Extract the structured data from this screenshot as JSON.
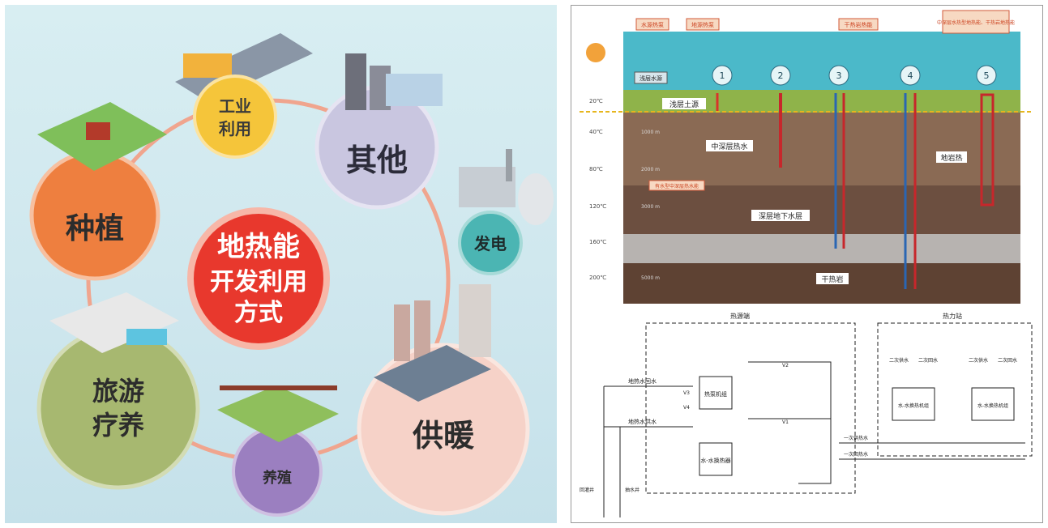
{
  "left": {
    "center": {
      "line1": "地热能",
      "line2": "开发利用",
      "line3": "方式"
    },
    "uses": {
      "industry_line1": "工业",
      "industry_line2": "利用",
      "other": "其他",
      "planting": "种植",
      "power": "发电",
      "tourism_line1": "旅游",
      "tourism_line2": "疗养",
      "breeding": "养殖",
      "heating": "供暖"
    },
    "colors": {
      "center": "#e8382d",
      "industry": "#f5c53a",
      "other": "#c9c6e0",
      "planting": "#ee7f3f",
      "power": "#4bb5b3",
      "tourism": "#a7b870",
      "breeding": "#9b7fc0",
      "heating": "#f6d2c8",
      "ring": "#f0a58e"
    }
  },
  "right": {
    "top_labels": {
      "a": "水源热泵",
      "b": "地源热泵",
      "c": "干热岩热能",
      "d": "中深层水热型地热能、干热岩地热能"
    },
    "stations": [
      "1",
      "2",
      "3",
      "4",
      "5"
    ],
    "shallow_tag": "浅层水源",
    "layers": {
      "shallow": "浅层土源",
      "mid_water": "中深层热水",
      "deep_aquifer": "深层地下水层",
      "dry_rock_heat": "地岩热",
      "dry_rock": "干热岩",
      "note": "有水型中深层热水能"
    },
    "temperatures": [
      "20℃",
      "40℃",
      "80℃",
      "120℃",
      "160℃",
      "200℃"
    ],
    "depths": [
      "1000 m",
      "2000 m",
      "3000 m",
      "5000 m"
    ],
    "schematic": {
      "heat_source": "热源端",
      "heat_sink": "热力站",
      "return_label": "地热水回水",
      "supply_label": "地热水供水",
      "unit_a": "热泵机组",
      "unit_b": "水-水换热器",
      "unit_c1": "水-水换热机组",
      "unit_c2": "水-水换热机组",
      "primary_supply": "一次供热水",
      "primary_return": "一次回热水",
      "well_recharge": "回灌井",
      "well_extract": "抽水井",
      "sink_labels": [
        "二次供水",
        "二次回水",
        "二次供水",
        "二次回水"
      ],
      "valves": [
        "V1",
        "V2",
        "V3",
        "V4"
      ]
    }
  }
}
